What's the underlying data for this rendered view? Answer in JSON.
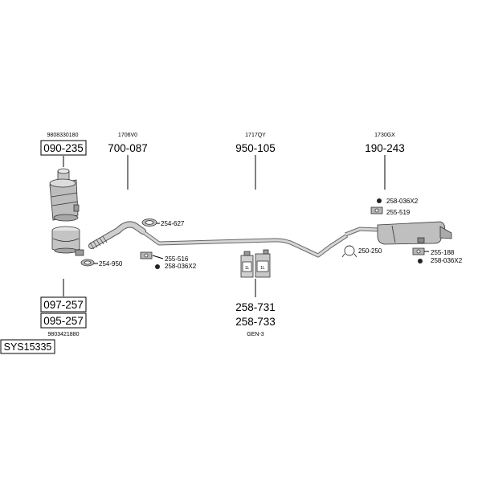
{
  "system_code": "SYS15335",
  "groups": {
    "catalyst_top": {
      "oem": "9808330180",
      "part": "090-235"
    },
    "front_pipe": {
      "oem": "1706V0",
      "part": "700-087"
    },
    "middle_pipe": {
      "oem": "1717QY",
      "part": "950-105"
    },
    "rear_silencer": {
      "oem": "1730GX",
      "part": "190-243"
    },
    "dpf_bottom": {
      "oem": "9803421880",
      "part_a": "097-257",
      "part_b": "095-257"
    },
    "fluid": {
      "part_a": "258-731",
      "part_b": "258-733",
      "note": "GEN-3",
      "can_label": "1L"
    }
  },
  "accessories": {
    "a254_627": "254-627",
    "a254_950": "254-950",
    "a255_516": "255-516",
    "a258_036x2_mid": "258-036X2",
    "a258_036x2_top": "258-036X2",
    "a255_519": "255-519",
    "a250_250": "250-250",
    "a255_188": "255-188",
    "a258_036x2_right": "258-036X2"
  }
}
